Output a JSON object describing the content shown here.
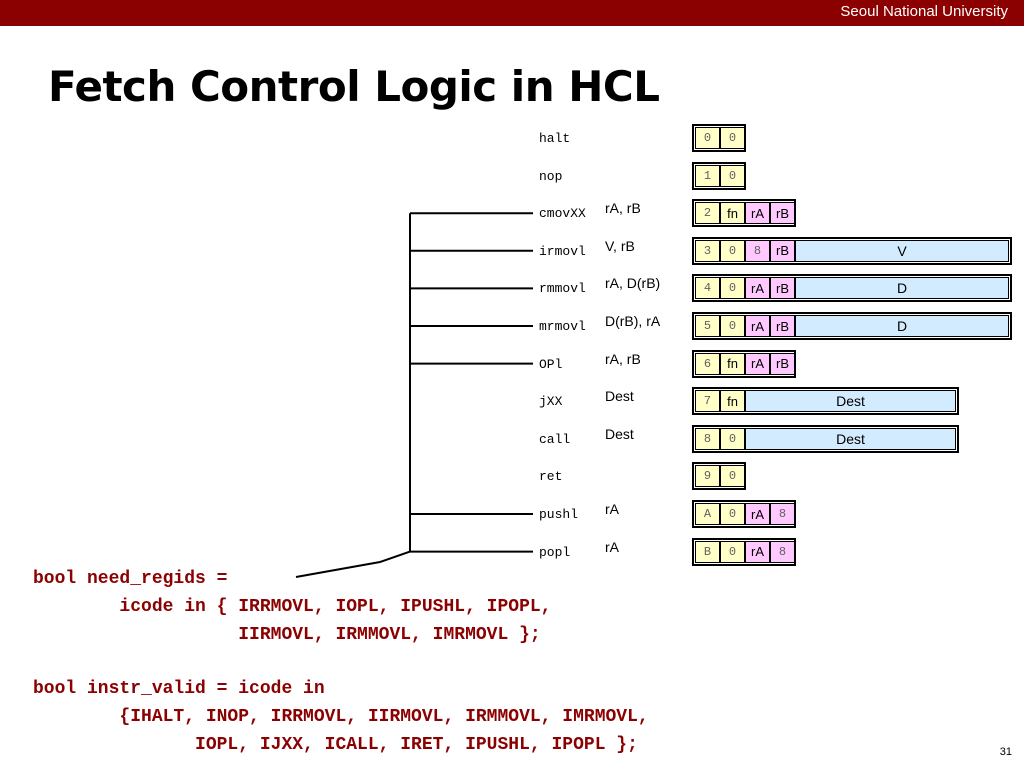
{
  "header": {
    "university": "Seoul National University"
  },
  "title": "Fetch Control Logic in HCL",
  "instructions": [
    {
      "mnemonic": "halt",
      "args": "",
      "cells": [
        {
          "text": "0",
          "color": "yl",
          "mono": true
        },
        {
          "text": "0",
          "color": "yl",
          "mono": true
        }
      ]
    },
    {
      "mnemonic": "nop",
      "args": "",
      "cells": [
        {
          "text": "1",
          "color": "yl",
          "mono": true
        },
        {
          "text": "0",
          "color": "yl",
          "mono": true
        }
      ]
    },
    {
      "mnemonic": "cmovXX",
      "args": "rA, rB",
      "cells": [
        {
          "text": "2",
          "color": "yl",
          "mono": true
        },
        {
          "text": "fn",
          "color": "yl",
          "mono": false
        },
        {
          "text": "rA",
          "color": "pk",
          "mono": false
        },
        {
          "text": "rB",
          "color": "pk",
          "mono": false
        }
      ]
    },
    {
      "mnemonic": "irmovl",
      "args": "V, rB",
      "cells": [
        {
          "text": "3",
          "color": "yl",
          "mono": true
        },
        {
          "text": "0",
          "color": "yl",
          "mono": true
        },
        {
          "text": "8",
          "color": "pk",
          "mono": true
        },
        {
          "text": "rB",
          "color": "pk",
          "mono": false
        }
      ],
      "wide": "V",
      "wideType": "long"
    },
    {
      "mnemonic": "rmmovl",
      "args": "rA, D(rB)",
      "cells": [
        {
          "text": "4",
          "color": "yl",
          "mono": true
        },
        {
          "text": "0",
          "color": "yl",
          "mono": true
        },
        {
          "text": "rA",
          "color": "pk",
          "mono": false
        },
        {
          "text": "rB",
          "color": "pk",
          "mono": false
        }
      ],
      "wide": "D",
      "wideType": "long"
    },
    {
      "mnemonic": "mrmovl",
      "args": "D(rB), rA",
      "cells": [
        {
          "text": "5",
          "color": "yl",
          "mono": true
        },
        {
          "text": "0",
          "color": "yl",
          "mono": true
        },
        {
          "text": "rA",
          "color": "pk",
          "mono": false
        },
        {
          "text": "rB",
          "color": "pk",
          "mono": false
        }
      ],
      "wide": "D",
      "wideType": "long"
    },
    {
      "mnemonic": "OPl",
      "args": "rA, rB",
      "cells": [
        {
          "text": "6",
          "color": "yl",
          "mono": true
        },
        {
          "text": "fn",
          "color": "yl",
          "mono": false
        },
        {
          "text": "rA",
          "color": "pk",
          "mono": false
        },
        {
          "text": "rB",
          "color": "pk",
          "mono": false
        }
      ]
    },
    {
      "mnemonic": "jXX",
      "args": "Dest",
      "cells": [
        {
          "text": "7",
          "color": "yl",
          "mono": true
        },
        {
          "text": "fn",
          "color": "yl",
          "mono": false
        }
      ],
      "wide": "Dest",
      "wideType": "short"
    },
    {
      "mnemonic": "call",
      "args": "Dest",
      "cells": [
        {
          "text": "8",
          "color": "yl",
          "mono": true
        },
        {
          "text": "0",
          "color": "yl",
          "mono": true
        }
      ],
      "wide": "Dest",
      "wideType": "short"
    },
    {
      "mnemonic": "ret",
      "args": "",
      "cells": [
        {
          "text": "9",
          "color": "yl",
          "mono": true
        },
        {
          "text": "0",
          "color": "yl",
          "mono": true
        }
      ]
    },
    {
      "mnemonic": "pushl",
      "args": "rA",
      "cells": [
        {
          "text": "A",
          "color": "yl",
          "mono": true
        },
        {
          "text": "0",
          "color": "yl",
          "mono": true
        },
        {
          "text": "rA",
          "color": "pk",
          "mono": false
        },
        {
          "text": "8",
          "color": "pk",
          "mono": true
        }
      ]
    },
    {
      "mnemonic": "popl",
      "args": "rA",
      "cells": [
        {
          "text": "B",
          "color": "yl",
          "mono": true
        },
        {
          "text": "0",
          "color": "yl",
          "mono": true
        },
        {
          "text": "rA",
          "color": "pk",
          "mono": false
        },
        {
          "text": "8",
          "color": "pk",
          "mono": true
        }
      ]
    }
  ],
  "code": {
    "need_regids": [
      "bool need_regids =",
      "        icode in { IRRMOVL, IOPL, IPUSHL, IPOPL,",
      "                   IIRMOVL, IRMMOVL, IMRMOVL };"
    ],
    "instr_valid": [
      "bool instr_valid = icode in",
      "        {IHALT, INOP, IRRMOVL, IIRMOVL, IRMMOVL, IMRMOVL,",
      "               IOPL, IJXX, ICALL, IRET, IPUSHL, IPOPL };"
    ]
  },
  "page_number": "31"
}
